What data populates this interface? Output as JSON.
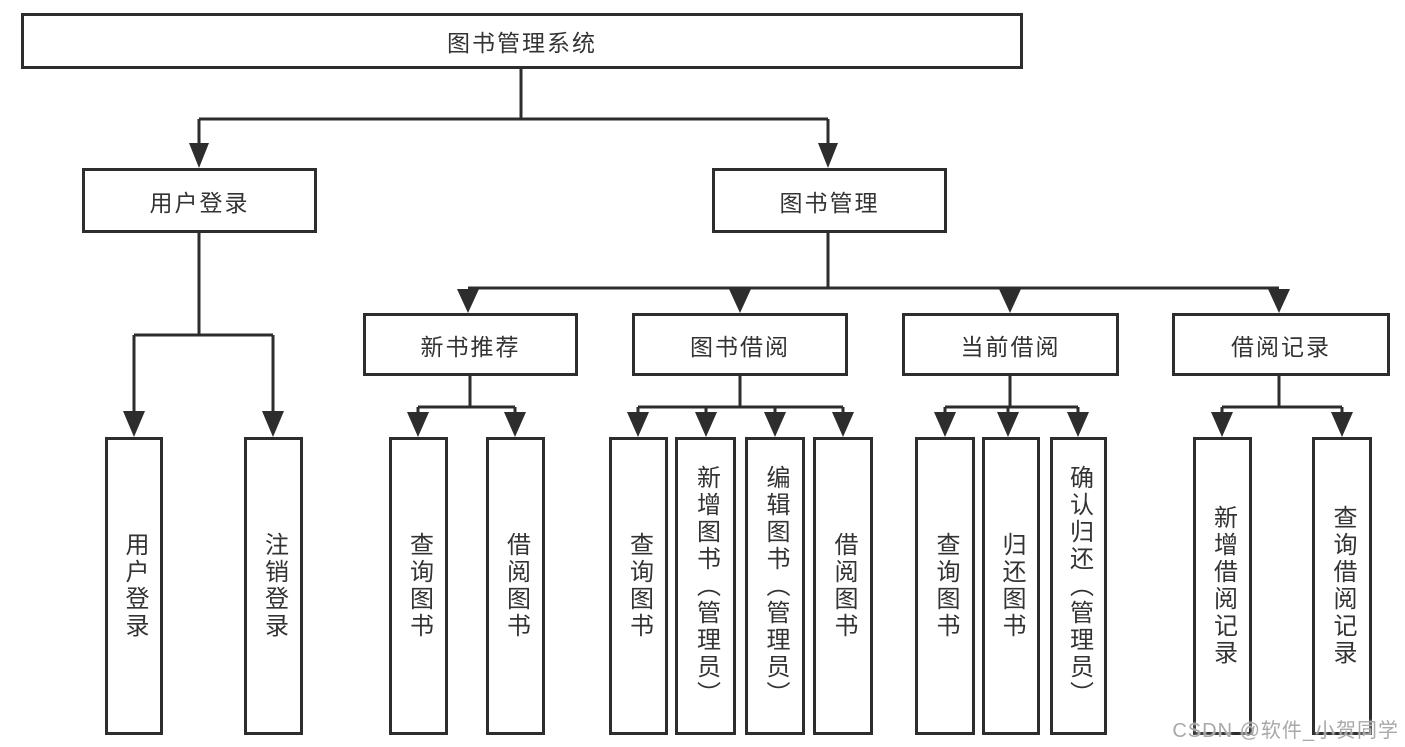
{
  "nodes": {
    "root": "图书管理系统",
    "level2": [
      "用户登录",
      "图书管理"
    ],
    "level3": [
      "新书推荐",
      "图书借阅",
      "当前借阅",
      "借阅记录"
    ],
    "leaves": [
      "用户登录",
      "注销登录",
      "查询图书",
      "借阅图书",
      "查询图书",
      "新增图书（管理员）",
      "编辑图书（管理员）",
      "借阅图书",
      "查询图书",
      "归还图书",
      "确认归还（管理员）",
      "新增借阅记录",
      "查询借阅记录"
    ]
  },
  "watermark": "CSDN @软件_小贺同学",
  "colors": {
    "line": "#2d2d2d",
    "text": "#333333",
    "background": "#ffffff",
    "watermark": "#a9a9a9"
  }
}
